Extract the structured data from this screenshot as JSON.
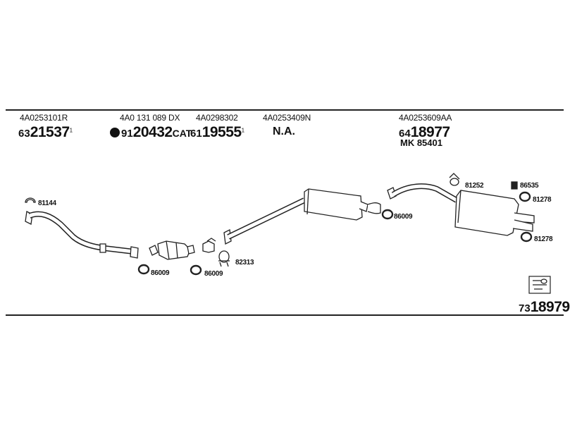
{
  "sections": [
    {
      "oem": "4A0253101R",
      "code_prefix": "63",
      "code_main": "21537",
      "code_suffix": "",
      "note": "1"
    },
    {
      "oem": "4A0 131 089 DX",
      "code_prefix": "91",
      "code_main": "20432",
      "code_suffix": "CAT",
      "note": ""
    },
    {
      "oem": "4A0298302",
      "code_prefix": "61",
      "code_main": "19555",
      "code_suffix": "",
      "note": "1"
    },
    {
      "oem": "4A0253409N",
      "na": "N.A."
    },
    {
      "oem": "4A0253609AA",
      "code_prefix": "64",
      "code_main": "18977",
      "code_suffix": "",
      "note": "",
      "mk": "MK  85401"
    }
  ],
  "part_labels": {
    "p81144": "81144",
    "p86009_a": "86009",
    "p86009_b": "86009",
    "p82313": "82313",
    "p86009_c": "86009",
    "p81252": "81252",
    "p86535": "86535",
    "p81278_a": "81278",
    "p81278_b": "81278"
  },
  "kit": {
    "code_prefix": "73",
    "code_main": "18979"
  },
  "icons": [
    "catalyst-dot-icon",
    "tools-kit-icon"
  ]
}
